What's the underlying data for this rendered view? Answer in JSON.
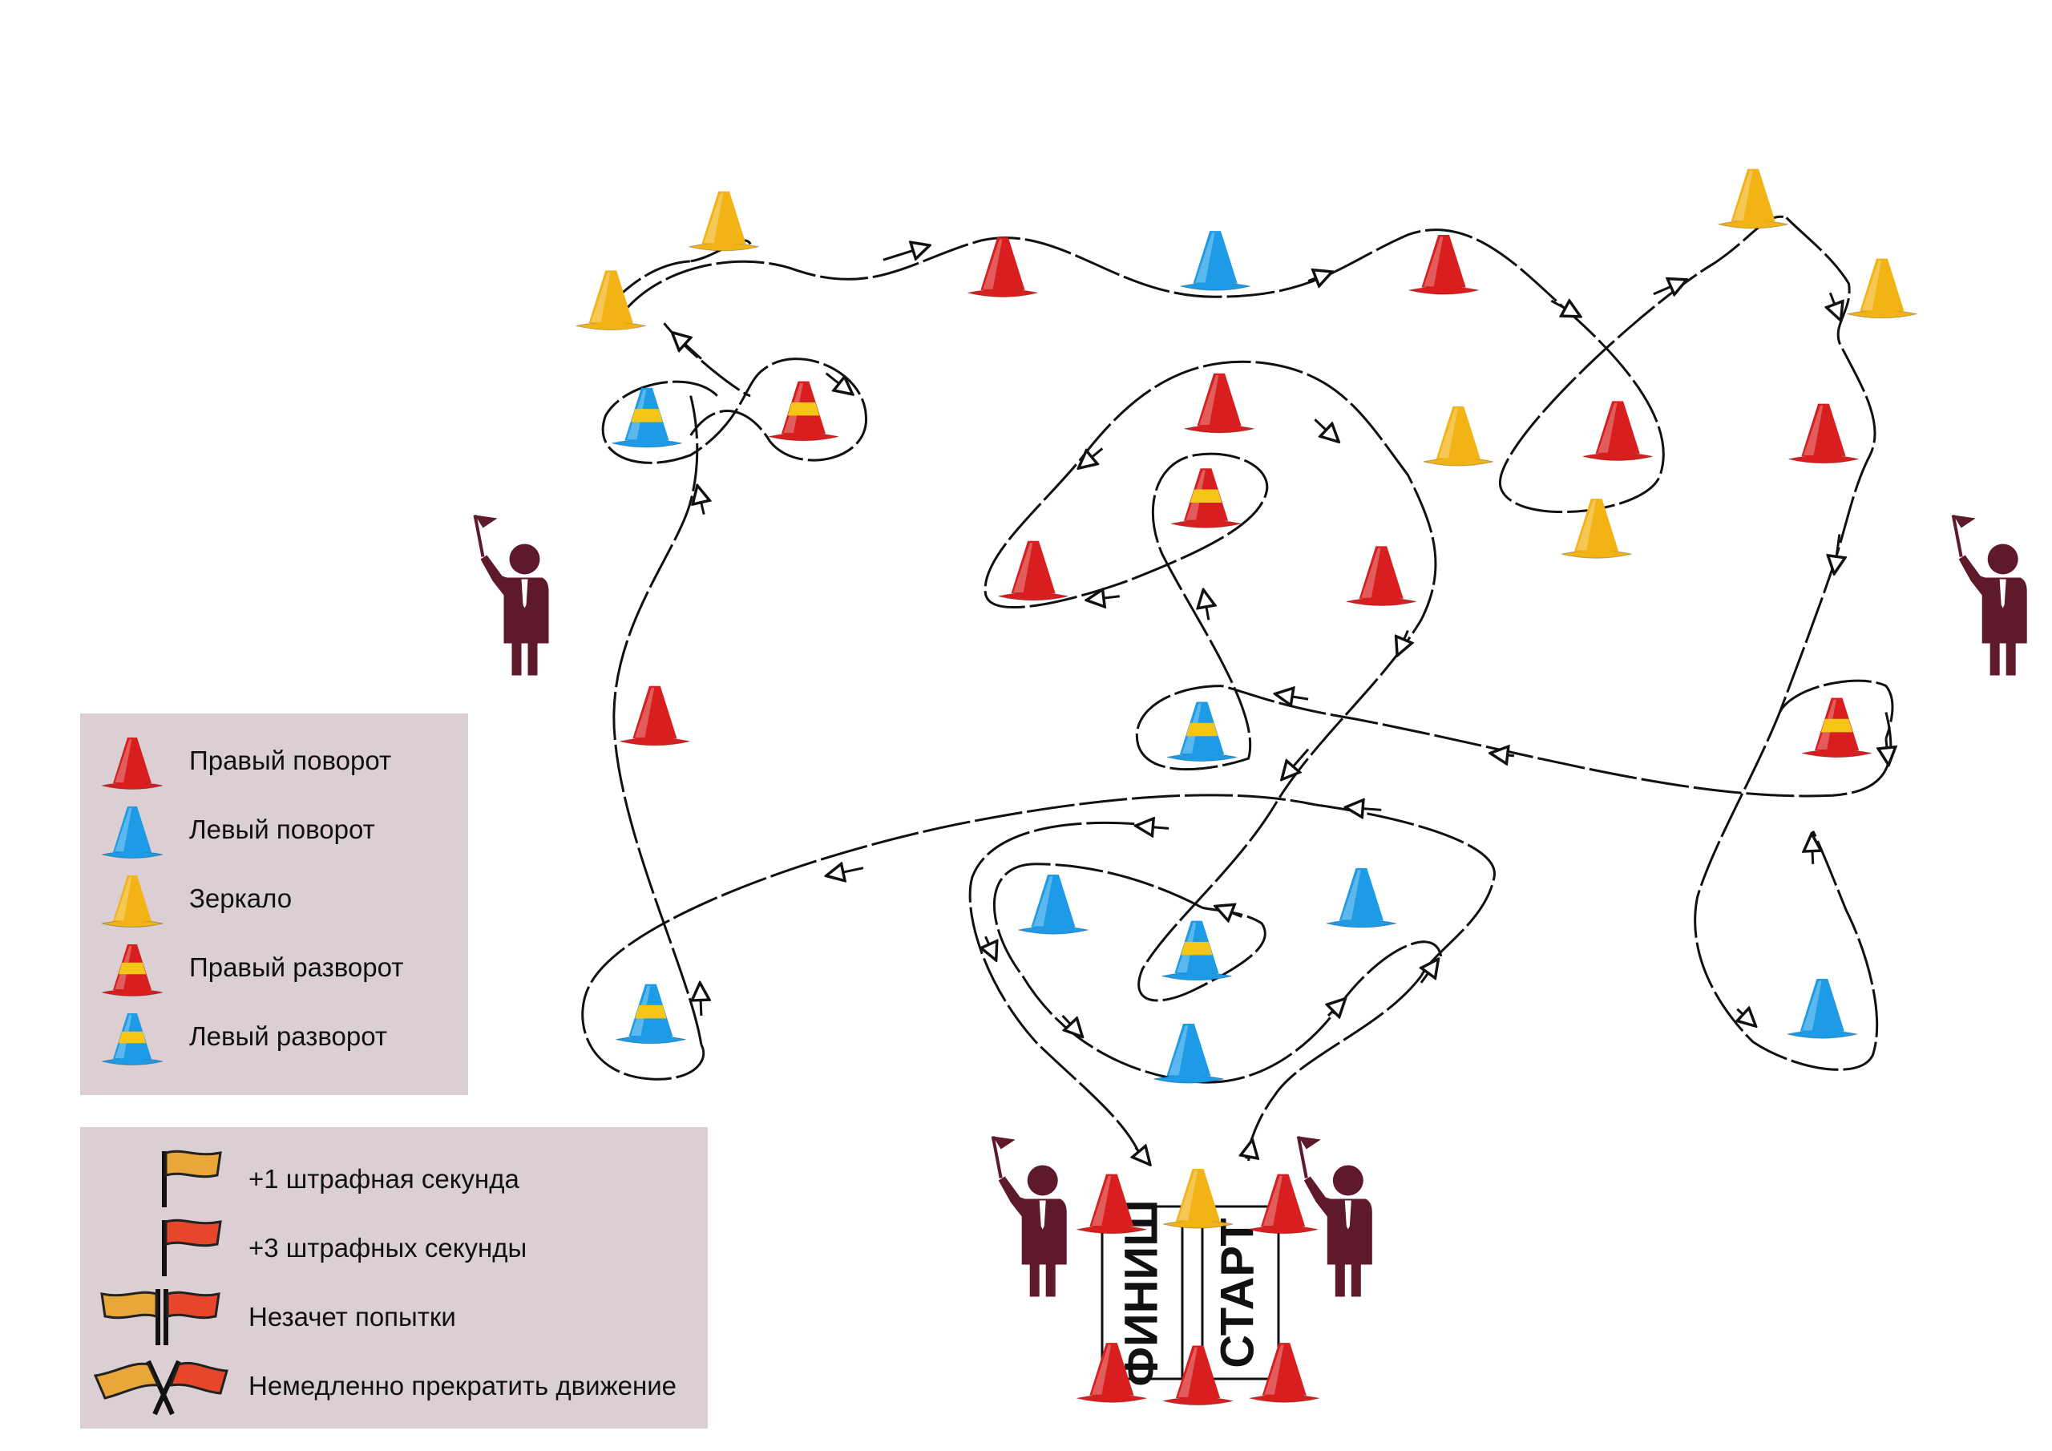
{
  "colors": {
    "cone_red": "#d81e1e",
    "cone_blue": "#1e9be6",
    "cone_yellow": "#f2b315",
    "stripe_yellow": "#f5c518",
    "marshal": "#5e1a2a",
    "flag_yellow": "#e9a73a",
    "flag_red": "#e6472a",
    "legend_bg": "#dccfd3",
    "route": "#111111"
  },
  "legend_cones": [
    {
      "label": "Правый поворот",
      "cone": "red"
    },
    {
      "label": "Левый поворот",
      "cone": "blue"
    },
    {
      "label": "Зеркало",
      "cone": "yellow"
    },
    {
      "label": "Правый разворот",
      "cone": "red-striped"
    },
    {
      "label": "Левый разворот",
      "cone": "blue-striped"
    }
  ],
  "legend_flags": [
    {
      "label": "+1 штрафная секунда",
      "icon": "yellow-flag"
    },
    {
      "label": "+3 штрафных секунды",
      "icon": "red-flag"
    },
    {
      "label": "Незачет попытки",
      "icon": "yellow-red-flags"
    },
    {
      "label": "Немедленно прекратить движение",
      "icon": "crossed-flags"
    }
  ],
  "gate": {
    "finish_label": "ФИНИШ",
    "start_label": "СТАРТ"
  }
}
